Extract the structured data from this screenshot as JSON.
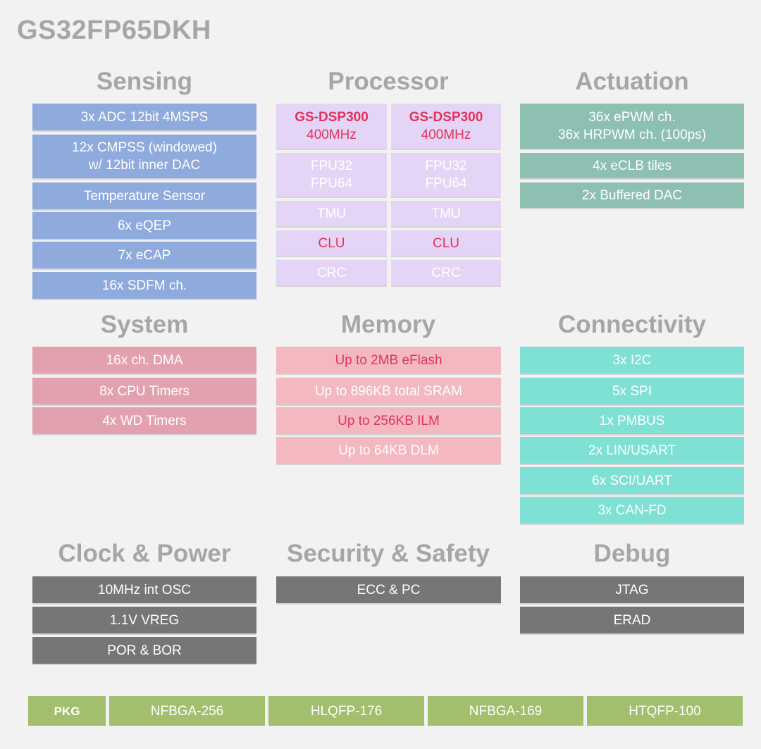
{
  "title": "GS32FP65DKH",
  "sensing": {
    "heading": "Sensing",
    "items": [
      {
        "l1": "3x ADC 12bit 4MSPS",
        "l2": ""
      },
      {
        "l1": "12x CMPSS (windowed)",
        "l2": "w/ 12bit inner DAC"
      },
      {
        "l1": "Temperature Sensor",
        "l2": ""
      },
      {
        "l1": "6x eQEP",
        "l2": ""
      },
      {
        "l1": "7x eCAP",
        "l2": ""
      },
      {
        "l1": "16x SDFM ch.",
        "l2": ""
      }
    ]
  },
  "processor": {
    "heading": "Processor",
    "cores": [
      {
        "name": "GS-DSP300",
        "freq": "400MHz",
        "fpu1": "FPU32",
        "fpu2": "FPU64",
        "tmu": "TMU",
        "clu": "CLU",
        "crc": "CRC"
      },
      {
        "name": "GS-DSP300",
        "freq": "400MHz",
        "fpu1": "FPU32",
        "fpu2": "FPU64",
        "tmu": "TMU",
        "clu": "CLU",
        "crc": "CRC"
      }
    ]
  },
  "actuation": {
    "heading": "Actuation",
    "items": [
      {
        "l1": "36x ePWM ch.",
        "l2": "36x HRPWM ch. (100ps)"
      },
      {
        "l1": "4x eCLB tiles",
        "l2": ""
      },
      {
        "l1": "2x Buffered DAC",
        "l2": ""
      }
    ]
  },
  "system": {
    "heading": "System",
    "items": [
      "16x ch. DMA",
      "8x CPU Timers",
      "4x WD Timers"
    ]
  },
  "memory": {
    "heading": "Memory",
    "items": [
      "Up to 2MB eFlash",
      "Up to 896KB total SRAM",
      "Up to 256KB ILM",
      "Up to 64KB DLM"
    ]
  },
  "connectivity": {
    "heading": "Connectivity",
    "items": [
      "3x I2C",
      "5x SPI",
      "1x PMBUS",
      "2x LIN/USART",
      "6x SCI/UART",
      "3x CAN-FD"
    ]
  },
  "clock_power": {
    "heading": "Clock & Power",
    "items": [
      "10MHz int OSC",
      "1.1V VREG",
      "POR & BOR"
    ]
  },
  "security": {
    "heading": "Security & Safety",
    "items": [
      "ECC & PC"
    ]
  },
  "debug": {
    "heading": "Debug",
    "items": [
      "JTAG",
      "ERAD"
    ]
  },
  "packages": {
    "label": "PKG",
    "items": [
      "NFBGA-256",
      "HLQFP-176",
      "NFBGA-169",
      "HTQFP-100"
    ]
  },
  "colors": {
    "sensing": "#8faadc",
    "processor": "#e4d5f6",
    "actuation": "#8dbfb3",
    "system": "#e3a1b0",
    "memory": "#f4b8c1",
    "connectivity": "#7fe0d4",
    "clock_power": "#767676",
    "package": "#a1bf6d",
    "highlight_text": "#e3335c",
    "heading_text": "#a6a6a6"
  }
}
